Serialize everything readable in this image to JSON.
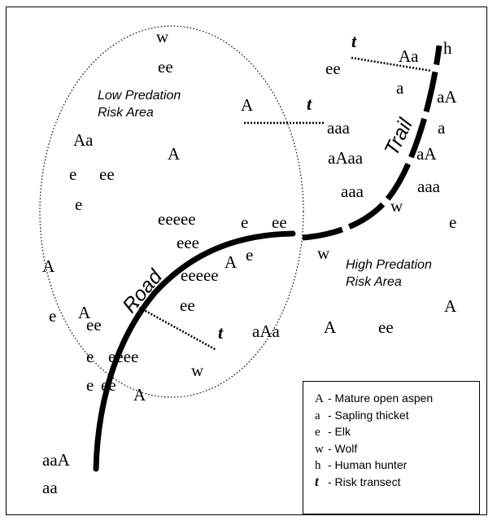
{
  "area_labels": {
    "low_line1": "Low Predation",
    "low_line2": "Risk Area",
    "high_line1": "High Predation",
    "high_line2": "Risk Area"
  },
  "path_labels": {
    "road": "Road",
    "trail": "Trail"
  },
  "transect_symbol": "t",
  "legend": [
    {
      "symbol": "A",
      "label": "- Mature open aspen"
    },
    {
      "symbol": "a",
      "label": "- Sapling thicket"
    },
    {
      "symbol": "e",
      "label": "- Elk"
    },
    {
      "symbol": "w",
      "label": "- Wolf"
    },
    {
      "symbol": "h",
      "label": "- Human hunter"
    },
    {
      "symbol": "t",
      "label": "- Risk transect"
    }
  ],
  "markers": {
    "m01": "w",
    "m02": "ee",
    "m03": "A",
    "m04": "Aa",
    "m05": "A",
    "m06": "e",
    "m07": "ee",
    "m08": "e",
    "m09": "eeeee",
    "m10": "eee",
    "m11": "e",
    "m12": "ee",
    "m13": "A",
    "m14": "e",
    "m15": "A",
    "m16": "eeeee",
    "m17": "e",
    "m18": "A",
    "m19": "ee",
    "m20": "ee",
    "m21": "e",
    "m22": "eeee",
    "m23": "e",
    "m24": "ee",
    "m25": "A",
    "m26": "w",
    "m27": "aaA",
    "m28": "aa",
    "m29": "aAa",
    "m30": "A",
    "m31": "ee",
    "m32": "ee",
    "m33": "Aa",
    "m34": "h",
    "m35": "a",
    "m36": "aA",
    "m37": "aaa",
    "m38": "a",
    "m39": "aAaa",
    "m40": "aA",
    "m41": "aaa",
    "m42": "aaa",
    "m43": "w",
    "m44": "e",
    "m45": "w",
    "m46": "A"
  }
}
